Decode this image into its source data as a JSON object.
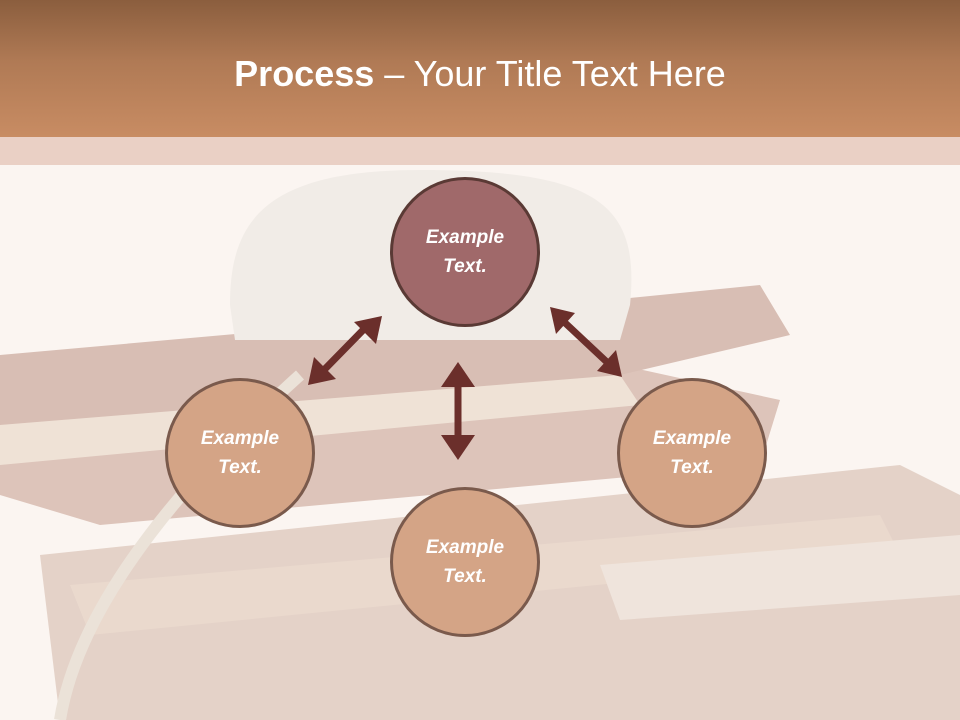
{
  "title": {
    "bold": "Process",
    "rest": " – Your Title Text Here"
  },
  "nodes": {
    "top": {
      "line1": "Example",
      "line2": "Text."
    },
    "left": {
      "line1": "Example",
      "line2": "Text."
    },
    "right": {
      "line1": "Example",
      "line2": "Text."
    },
    "bottom": {
      "line1": "Example",
      "line2": "Text."
    }
  },
  "colors": {
    "header": "#b07a55",
    "top_node": "#a0696a",
    "other_nodes": "#d4a486",
    "arrows": "#6b2f2b"
  }
}
